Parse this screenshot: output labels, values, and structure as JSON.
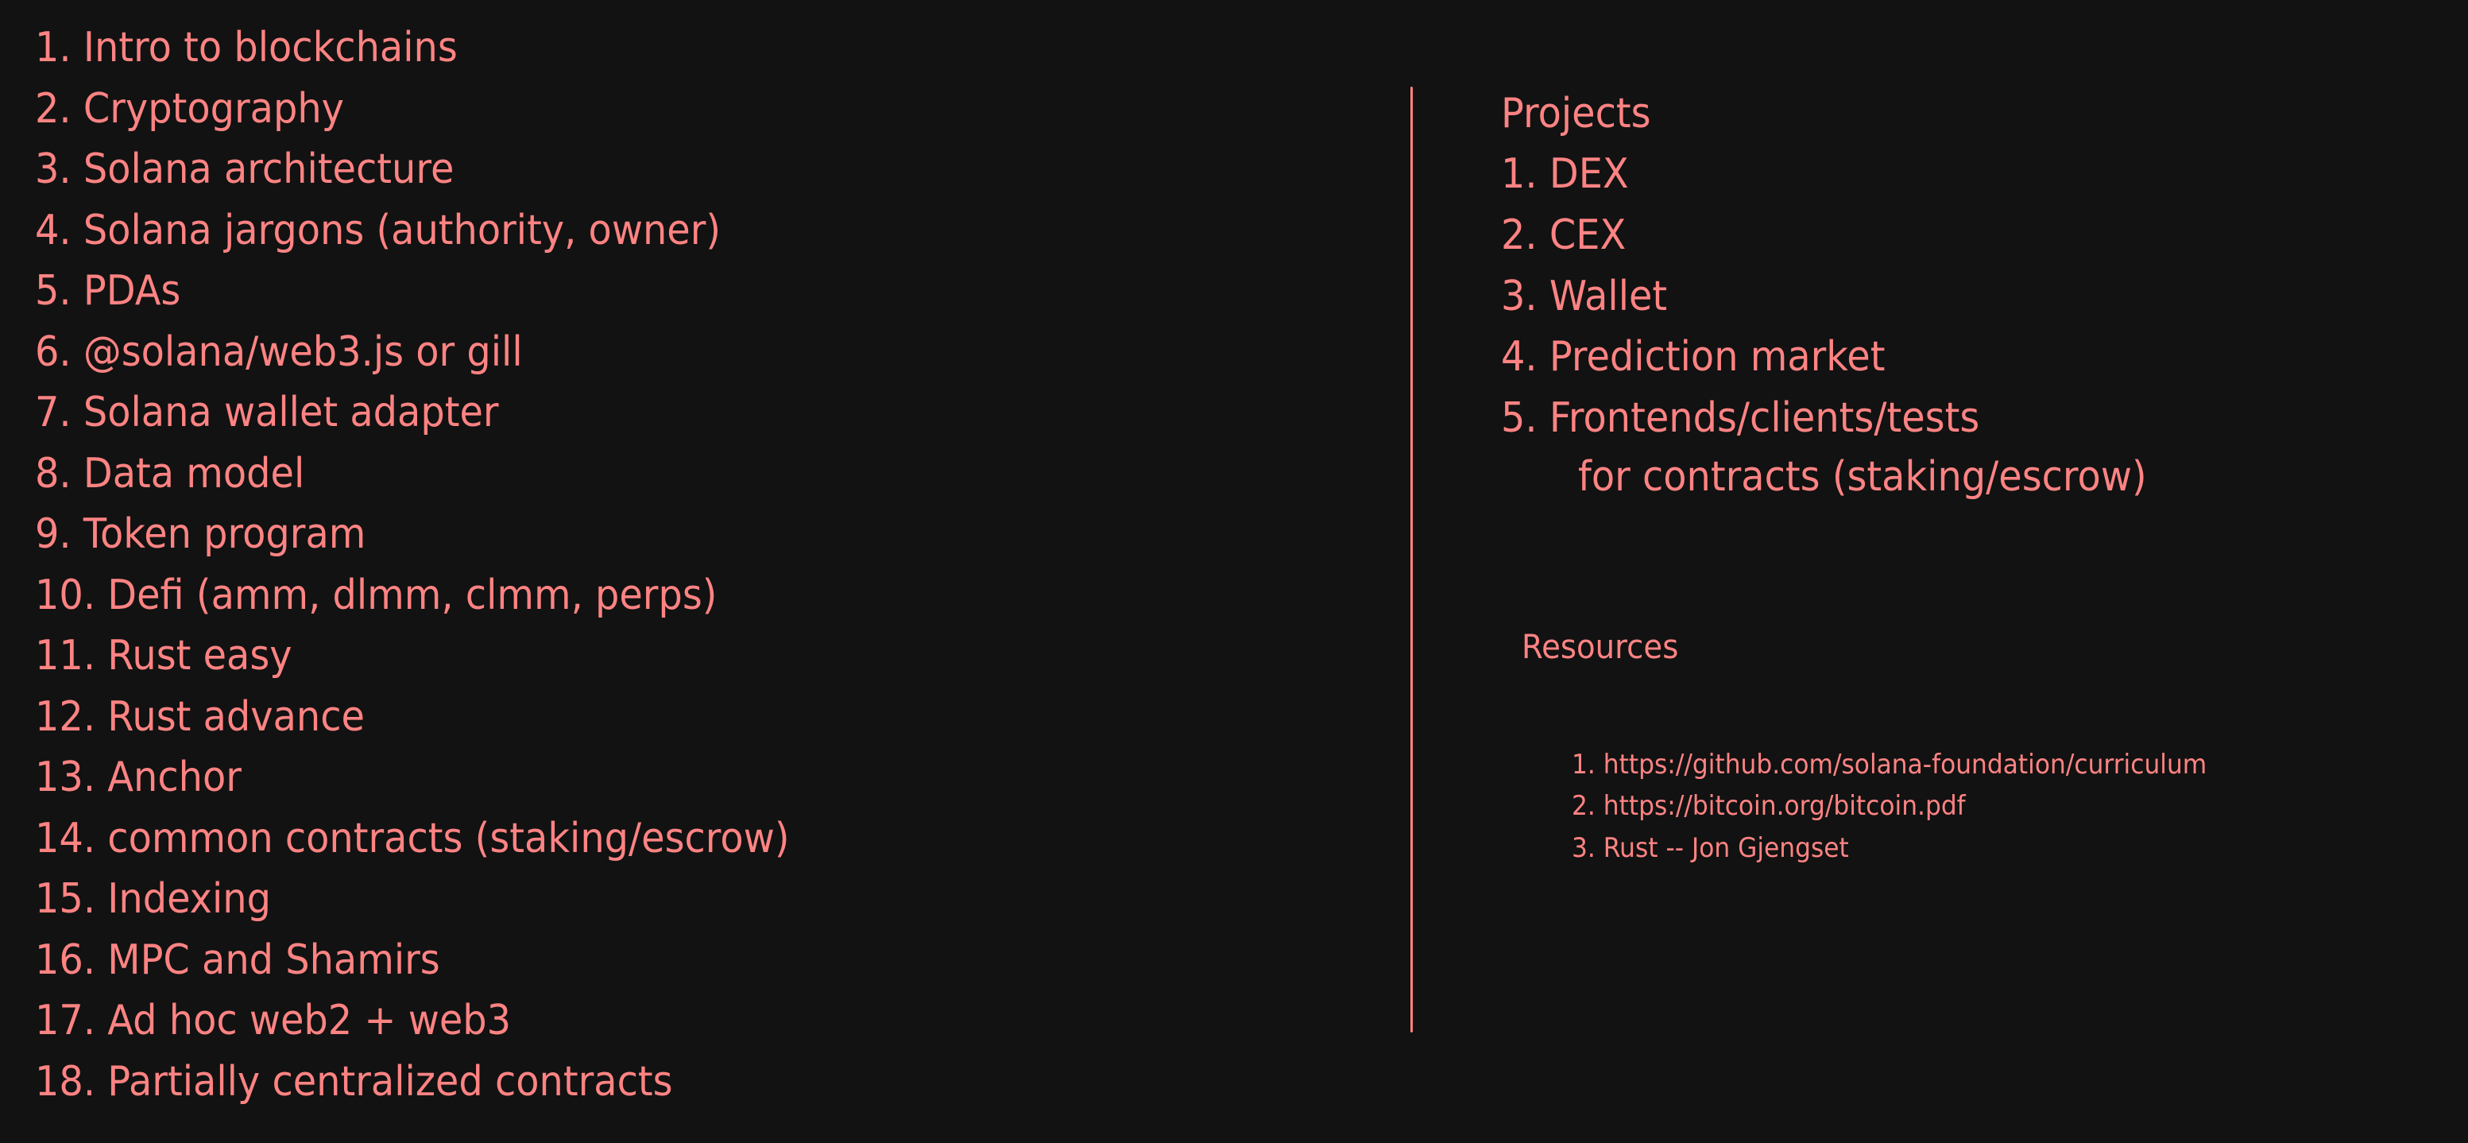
{
  "colors": {
    "background": "#121212",
    "ink": "#ff8383"
  },
  "curriculum": [
    "1. Intro to blockchains",
    "2. Cryptography",
    "3. Solana architecture",
    "4. Solana jargons (authority, owner)",
    "5. PDAs",
    "6. @solana/web3.js or gill",
    "7. Solana wallet adapter",
    "8. Data model",
    "9. Token program",
    "10. Defi (amm, dlmm, clmm, perps)",
    "11. Rust easy",
    "12. Rust advance",
    "13. Anchor",
    "14. common contracts (staking/escrow)",
    "15. Indexing",
    "16. MPC and Shamirs",
    "17. Ad hoc web2 + web3",
    "18. Partially centralized contracts"
  ],
  "projects": {
    "title": "Projects",
    "items": [
      "1. DEX",
      "2. CEX",
      "3. Wallet",
      "4. Prediction market",
      "5. Frontends/clients/tests"
    ],
    "continuation": "for contracts (staking/escrow)"
  },
  "resources": {
    "title": "Resources",
    "items": [
      "1. https://github.com/solana-foundation/curriculum",
      "2. https://bitcoin.org/bitcoin.pdf",
      "3. Rust -- Jon Gjengset"
    ]
  }
}
